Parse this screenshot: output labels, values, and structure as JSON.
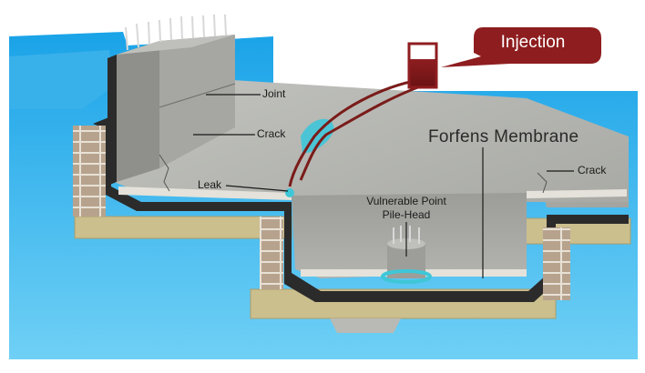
{
  "labels": {
    "joint": "Joint",
    "crack_wall": "Crack",
    "leak": "Leak",
    "membrane": "Forfens Membrane",
    "crack_right": "Crack",
    "vulnerable_point_line1": "Vulnerable Point",
    "vulnerable_point_line2": "Pile-Head",
    "injection": "Injection"
  },
  "colors": {
    "background_blue": "#3db3ee",
    "concrete": "#a9aaa5",
    "membrane": "#2b2b2b",
    "ground": "#cbbf8e",
    "brick": "#b9a58f",
    "injection_bubble": "#8e1d1f",
    "injection_tube": "#7a1c1a",
    "leak_highlight": "#3fc7d8"
  }
}
